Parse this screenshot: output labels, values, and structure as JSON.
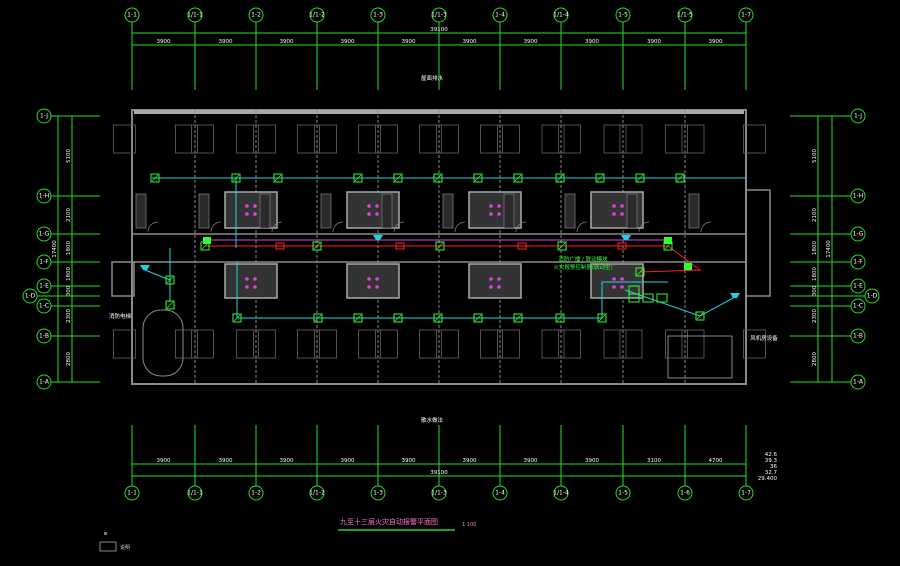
{
  "drawing": {
    "title": "九至十三层火灾自动报警平面图",
    "scale": "1:100",
    "legend_label": "说明",
    "top_label": "屋面排水",
    "bottom_label": "散水做法",
    "left_label": "消防电梯",
    "right_label": "风机房设备",
    "module_note_1": "消防广播 / 联动模块",
    "module_note_2": "火灾报警控制器(联动型)",
    "elevations": [
      "42.6",
      "39.3",
      "36",
      "32.7",
      "29.400"
    ]
  },
  "axes": {
    "top": [
      "1-1",
      "1/1-1",
      "1-2",
      "1/1-2",
      "1-3",
      "1/1-3",
      "1-4",
      "1/1-4",
      "1-5",
      "1/1-5",
      "1-7"
    ],
    "bottom": [
      "1-1",
      "1/1-1",
      "1-2",
      "1/1-2",
      "1-3",
      "1/1-3",
      "1-4",
      "1/1-4",
      "1-5",
      "1-6",
      "1-7"
    ],
    "left": [
      "1-J",
      "1-H",
      "1-G",
      "1-F",
      "1-E",
      "1-D",
      "1-C",
      "1-B",
      "1-A"
    ],
    "right": [
      "1-J",
      "1-H",
      "1-G",
      "1-F",
      "1-E",
      "1-D",
      "1-C",
      "1-B",
      "1-A"
    ]
  },
  "dimensions": {
    "top_total": "39100",
    "top_segments": [
      "3900",
      "3900",
      "3900",
      "3900",
      "3900",
      "3900",
      "3900",
      "3900",
      "3900",
      "3900"
    ],
    "bottom_total": "39100",
    "bottom_segments": [
      "3900",
      "3900",
      "3900",
      "3900",
      "3900",
      "3900",
      "3900",
      "3900",
      "3100",
      "4700"
    ],
    "left_total": "17400",
    "left_segments": [
      "5100",
      "2100",
      "1800",
      "1800",
      "300",
      "2300",
      "2800"
    ],
    "right_total": "17400",
    "right_segments": [
      "5100",
      "2100",
      "1800",
      "1800",
      "300",
      "2300",
      "2800"
    ]
  },
  "colors": {
    "grid": "#22e022",
    "wall": "#9a9a9a",
    "bus_red": "#ff2020",
    "broadcast": "#e040e0",
    "signal": "#20d0e0",
    "device": "#30ff30"
  }
}
